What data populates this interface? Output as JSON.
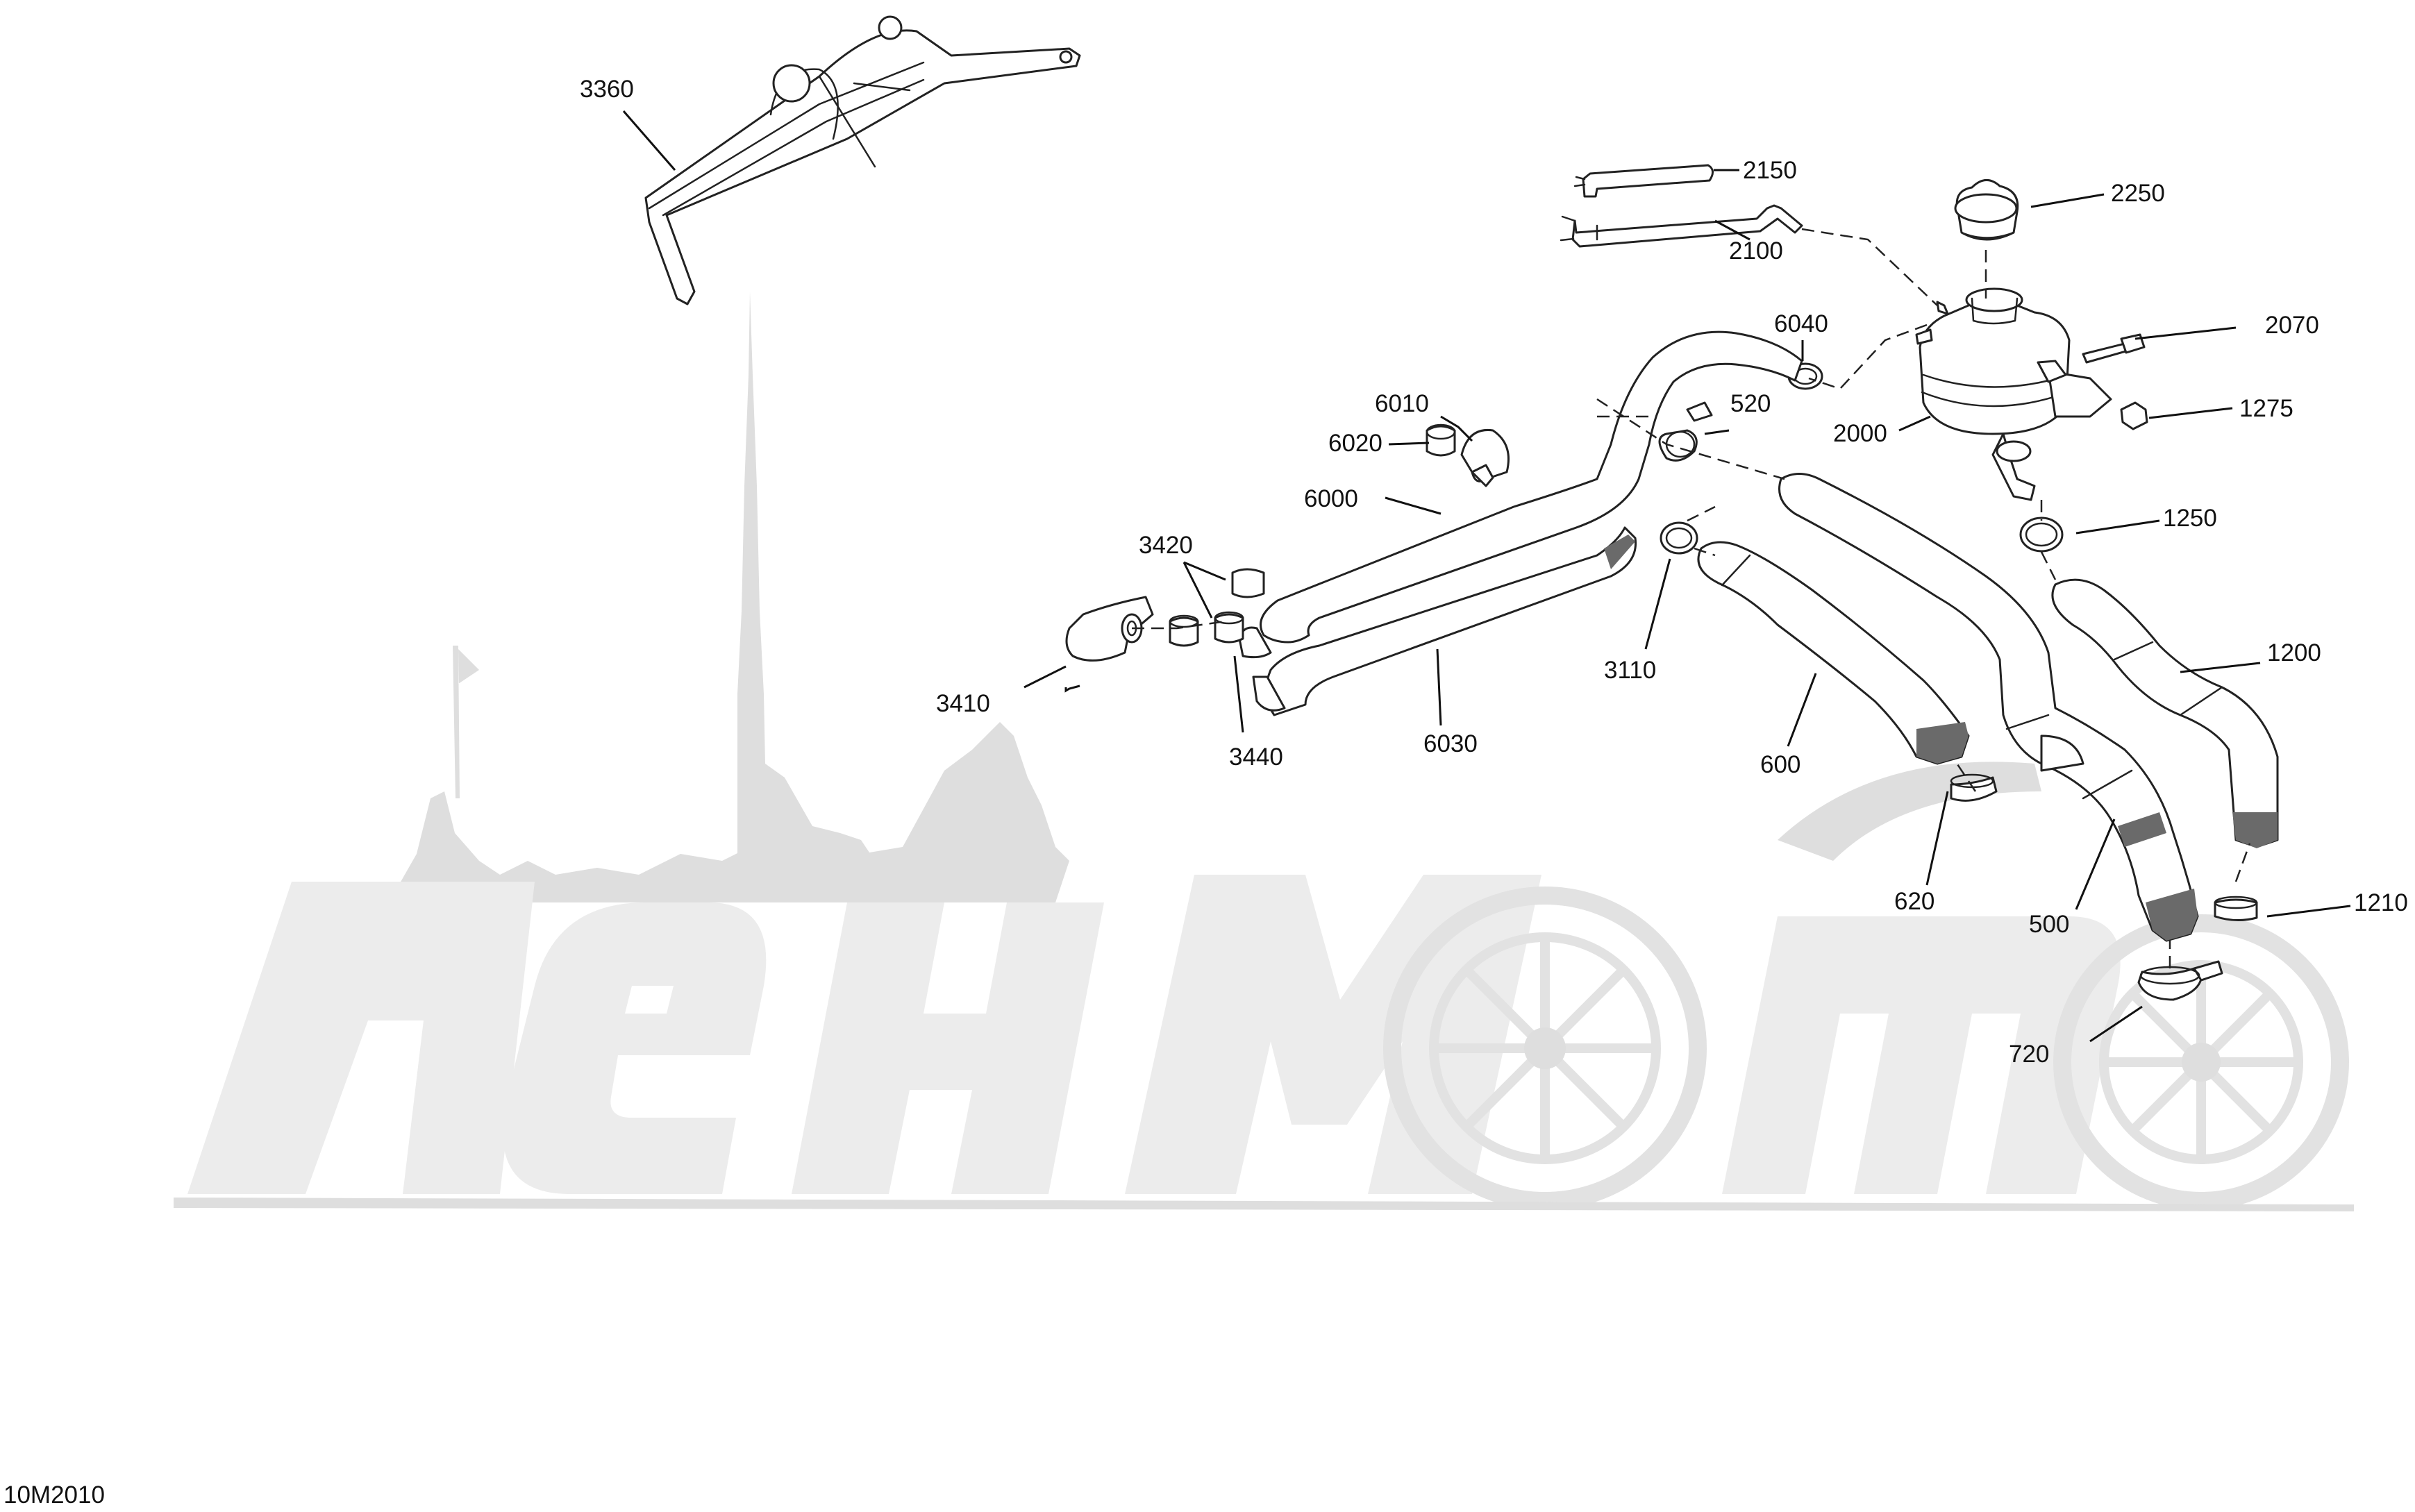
{
  "diagram_code": "10M2010",
  "watermark": {
    "brand_text": "ЛенМото",
    "color": "#e6e6e6"
  },
  "parts": [
    {
      "id": "bracket",
      "label": "3360"
    },
    {
      "id": "overflow-hose-short",
      "label": "2150"
    },
    {
      "id": "overflow-hose-long",
      "label": "2100"
    },
    {
      "id": "cap",
      "label": "2250"
    },
    {
      "id": "screw",
      "label": "2070"
    },
    {
      "id": "coolant-tank",
      "label": "2000"
    },
    {
      "id": "nut",
      "label": "1275"
    },
    {
      "id": "clamp-1250",
      "label": "1250"
    },
    {
      "id": "hose-1200",
      "label": "1200"
    },
    {
      "id": "clamp-1210",
      "label": "1210"
    },
    {
      "id": "hose-500",
      "label": "500"
    },
    {
      "id": "clamp-720",
      "label": "720"
    },
    {
      "id": "hose-600",
      "label": "600"
    },
    {
      "id": "clamp-620",
      "label": "620"
    },
    {
      "id": "clamp-3110",
      "label": "3110"
    },
    {
      "id": "clamp-520",
      "label": "520"
    },
    {
      "id": "clamp-6040",
      "label": "6040"
    },
    {
      "id": "clip-6010",
      "label": "6010"
    },
    {
      "id": "spacer-6020",
      "label": "6020"
    },
    {
      "id": "hose-6000",
      "label": "6000"
    },
    {
      "id": "hose-6030",
      "label": "6030"
    },
    {
      "id": "clamp-3420",
      "label": "3420"
    },
    {
      "id": "elbow-3410",
      "label": "3410"
    },
    {
      "id": "clamp-3440",
      "label": "3440"
    }
  ]
}
